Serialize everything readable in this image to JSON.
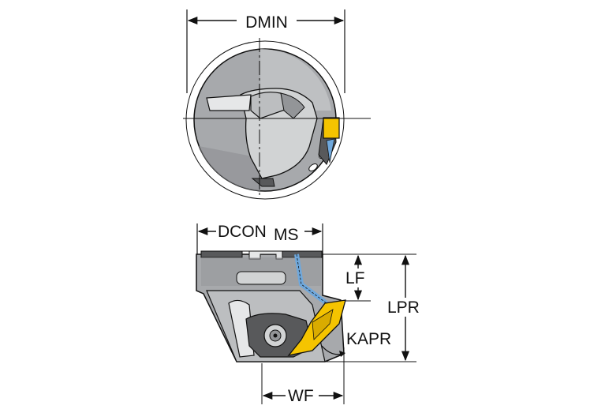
{
  "labels": {
    "dmin": "DMIN",
    "dcon": "DCON",
    "ms": "MS",
    "lf": "LF",
    "lpr": "LPR",
    "kapr": "KAPR",
    "wf": "WF"
  },
  "colors": {
    "body_gray": "#a7a9ac",
    "dark_gray": "#58595b",
    "light_gray": "#d1d3d4",
    "insert_yellow": "#f5c400",
    "coolant_blue": "#6fa8dc",
    "line": "#111111"
  }
}
